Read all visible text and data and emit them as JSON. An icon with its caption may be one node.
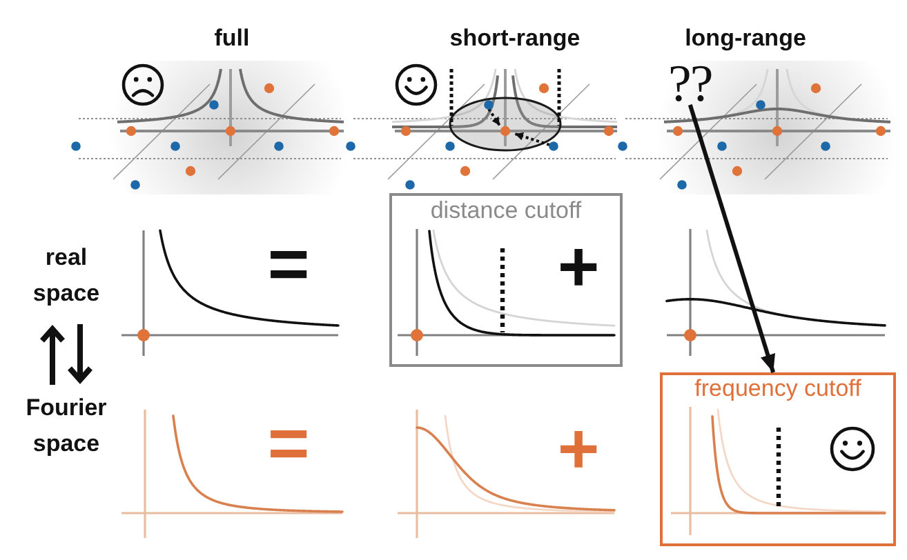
{
  "diagram": {
    "nodes": [
      {
        "text": [
          "??"
        ]
      },
      {
        "text": [
          "distance cutoff",
          "+"
        ]
      },
      {
        "text": [
          "frequency cutoff"
        ]
      }
    ],
    "edges": [
      {
        "from": 0,
        "to": 2,
        "arrow": "to"
      }
    ],
    "labels": [
      "full",
      "short-range",
      "long-range",
      "real space",
      "=",
      "Fourier space",
      "=",
      "+"
    ]
  }
}
